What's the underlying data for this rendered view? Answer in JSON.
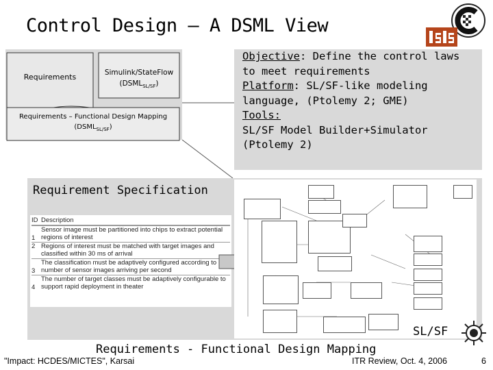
{
  "slide": {
    "title": "Control Design – A DSML View",
    "page_number": "6"
  },
  "diagram": {
    "requirements_label": "Requirements",
    "simulink_label_main": "Simulink/StateFlow",
    "simulink_label_sub_prefix": "(DSML",
    "simulink_label_sub_sub": "SL/SF",
    "simulink_label_sub_suffix": ")",
    "mapping_label_line1": "Requirements – Functional Design Mapping",
    "mapping_label_line2_prefix": "(DSML",
    "mapping_label_line2_sub": "SL/SF",
    "mapping_label_line2_suffix": ")"
  },
  "objective": {
    "objective_label": "Objective",
    "objective_text": ": Define the control laws",
    "objective_line2": "to meet requirements",
    "platform_label": "Platform",
    "platform_text": ":  SL/SF-like modeling",
    "platform_line2": "language, (Ptolemy 2; GME)",
    "tools_label": "Tools:",
    "tools_line1": "SL/SF Model Builder+Simulator",
    "tools_line2": "(Ptolemy 2)"
  },
  "spec": {
    "title": "Requirement Specification",
    "col_id": "ID",
    "col_desc": "Description",
    "rows": [
      {
        "id": "1",
        "desc": "Sensor image must be partitioned into chips to extract potential regions of interest"
      },
      {
        "id": "2",
        "desc": "Regions of interest must be matched with target images and classified within 30 ms of arrival"
      },
      {
        "id": "3",
        "desc": "The classification must be adaptively configured according to number of sensor images arriving per second"
      },
      {
        "id": "4",
        "desc": "The number of target classes must be adaptively configurable to support rapid deployment in theater"
      }
    ]
  },
  "slsf": {
    "label": "SL/SF"
  },
  "caption": {
    "bottom": "Requirements - Functional Design Mapping"
  },
  "footer": {
    "left": "\"Impact: HCDES/MICTES\", Karsai",
    "right": "ITR Review, Oct. 4, 2006"
  },
  "colors": {
    "panel_gray": "#d9d9d9",
    "box_fill": "#ececec",
    "arrow_fill": "#c8c8c8"
  }
}
